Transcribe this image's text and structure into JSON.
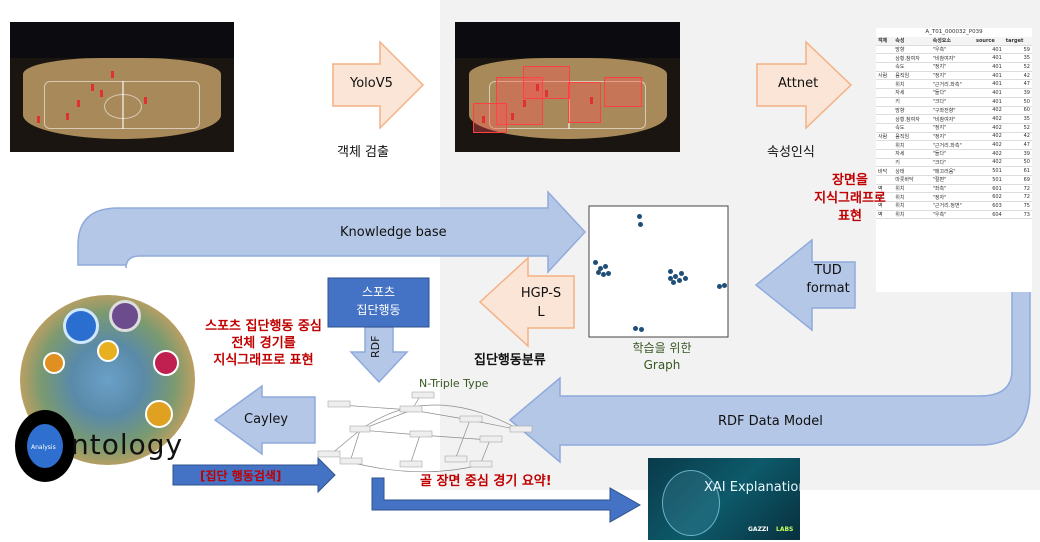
{
  "labels": {
    "yolo": "YoloV5",
    "detect": "객체 검출",
    "attnet": "Attnet",
    "attr": "속성인식",
    "scene_graph": "장면을\n지식그래프로\n표현",
    "kb": "Knowledge base",
    "tud": "TUD\nformat",
    "train_graph": "학습을 위한\nGraph",
    "sports": "스포츠\n집단행동",
    "hgp": "HGP-S\nL",
    "classify": "집단행동분류",
    "rdf": "RDF",
    "sports_desc": "스포츠 집단행동 중심\n전체 경기를\n지식그래프로 표현",
    "ntriple": "N-Triple Type",
    "cayley": "Cayley",
    "rdf_model": "RDF Data Model",
    "search": "[집단 행동검색]",
    "summary": "골 장면 중심 경기 요약!",
    "ontology": "ntology",
    "ontology_o": "O",
    "analysis": "Analysis",
    "xai": "XAI Explanation",
    "gazzi": "GAZZI",
    "labs": "LABS"
  },
  "table": {
    "title": "A_T01_000032_P039",
    "headers": [
      "객체",
      "속성",
      "속성요소",
      "source",
      "target"
    ],
    "rows": [
      [
        "",
        "방향",
        "\"우측\"",
        "401",
        "59"
      ],
      [
        "",
        "상황.참여자",
        "\"비참여자\"",
        "401",
        "35"
      ],
      [
        "",
        "속도",
        "\"정지\"",
        "401",
        "52"
      ],
      [
        "사람",
        "움직임",
        "\"정지\"",
        "401",
        "42"
      ],
      [
        "",
        "위치",
        "\"근거리.좌측\"",
        "401",
        "47"
      ],
      [
        "",
        "자세",
        "\"들다\"",
        "401",
        "39"
      ],
      [
        "",
        "키",
        "\"크다\"",
        "401",
        "50"
      ],
      [
        "",
        "방향",
        "\"구좌전향\"",
        "402",
        "60"
      ],
      [
        "",
        "상황.참여자",
        "\"비참여자\"",
        "402",
        "35"
      ],
      [
        "",
        "속도",
        "\"정지\"",
        "402",
        "52"
      ],
      [
        "사람",
        "움직임",
        "\"정지\"",
        "402",
        "42"
      ],
      [
        "",
        "위치",
        "\"근거리.좌측\"",
        "402",
        "47"
      ],
      [
        "",
        "자세",
        "\"들다\"",
        "402",
        "39"
      ],
      [
        "",
        "키",
        "\"크다\"",
        "402",
        "50"
      ],
      [
        "바닥",
        "상태",
        "\"매끄러움\"",
        "501",
        "61"
      ],
      [
        "",
        "마룻바닥",
        "\"절편\"",
        "501",
        "69"
      ],
      [
        "벽",
        "위치",
        "\"좌측\"",
        "601",
        "72"
      ],
      [
        "벽",
        "위치",
        "\"정자\"",
        "602",
        "72"
      ],
      [
        "벽",
        "위치",
        "\"근거리.정면\"",
        "603",
        "75"
      ],
      [
        "벽",
        "위치",
        "\"우측\"",
        "604",
        "73"
      ]
    ]
  },
  "colors": {
    "orange_fill": "#fbe5d6",
    "orange_stroke": "#f4b183",
    "blue_fill": "#b4c7e7",
    "blue_stroke": "#8faadc",
    "dark_blue": "#4472c4",
    "red": "#c00000",
    "green": "#385723"
  }
}
